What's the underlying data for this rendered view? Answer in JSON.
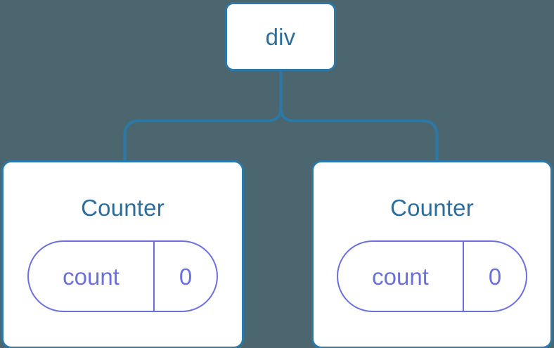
{
  "diagram": {
    "type": "component-tree",
    "background_color": "#4c6670",
    "node_border_color": "#2c79a8",
    "node_fill_color": "#ffffff",
    "title_color": "#2b6e9e",
    "state_color": "#6c70dc",
    "connector_color": "#2c79a8",
    "root": {
      "label": "div"
    },
    "children": [
      {
        "label": "Counter",
        "state": {
          "key": "count",
          "value": "0"
        }
      },
      {
        "label": "Counter",
        "state": {
          "key": "count",
          "value": "0"
        }
      }
    ]
  }
}
